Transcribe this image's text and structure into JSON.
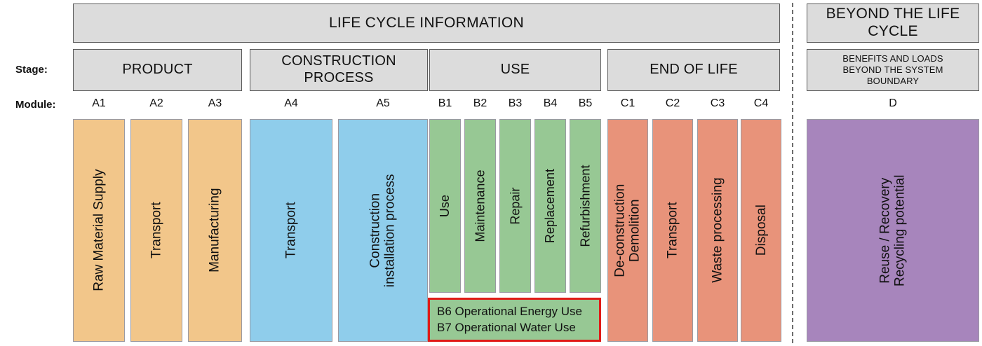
{
  "labels": {
    "stage": "Stage:",
    "module": "Module:"
  },
  "headers": {
    "life_cycle_information": "LIFE CYCLE INFORMATION",
    "beyond_the_life_cycle": "BEYOND THE LIFE CYCLE",
    "benefits_and_loads": "BENEFITS AND LOADS BEYOND THE SYSTEM BOUNDARY"
  },
  "stages": [
    {
      "id": "product",
      "label": "PRODUCT"
    },
    {
      "id": "construction-process",
      "label": "CONSTRUCTION PROCESS"
    },
    {
      "id": "use",
      "label": "USE"
    },
    {
      "id": "end-of-life",
      "label": "END OF LIFE"
    }
  ],
  "modules": [
    {
      "code": "A1",
      "label": "Raw Material Supply",
      "stage": "product",
      "color": "#f2c68a"
    },
    {
      "code": "A2",
      "label": "Transport",
      "stage": "product",
      "color": "#f2c68a"
    },
    {
      "code": "A3",
      "label": "Manufacturing",
      "stage": "product",
      "color": "#f2c68a"
    },
    {
      "code": "A4",
      "label": "Transport",
      "stage": "construction-process",
      "color": "#8fcdeb"
    },
    {
      "code": "A5",
      "label": "Construction\ninstallation process",
      "stage": "construction-process",
      "color": "#8fcdeb"
    },
    {
      "code": "B1",
      "label": "Use",
      "stage": "use",
      "color": "#97c894"
    },
    {
      "code": "B2",
      "label": "Maintenance",
      "stage": "use",
      "color": "#97c894"
    },
    {
      "code": "B3",
      "label": "Repair",
      "stage": "use",
      "color": "#97c894"
    },
    {
      "code": "B4",
      "label": "Replacement",
      "stage": "use",
      "color": "#97c894"
    },
    {
      "code": "B5",
      "label": "Refurbishment",
      "stage": "use",
      "color": "#97c894"
    },
    {
      "code": "C1",
      "label": "De-construction\nDemolition",
      "stage": "end-of-life",
      "color": "#e8937a"
    },
    {
      "code": "C2",
      "label": "Transport",
      "stage": "end-of-life",
      "color": "#e8937a"
    },
    {
      "code": "C3",
      "label": "Waste processing",
      "stage": "end-of-life",
      "color": "#e8937a"
    },
    {
      "code": "C4",
      "label": "Disposal",
      "stage": "end-of-life",
      "color": "#e8937a"
    },
    {
      "code": "D",
      "label": "Reuse / Recovery\nRecycling potential",
      "stage": "beyond",
      "color": "#a785bc"
    }
  ],
  "operational": {
    "line1": "B6 Operational Energy Use",
    "line2": "B7 Operational Water Use",
    "border_color": "#e01b17",
    "fill_color": "#97c894"
  },
  "colors": {
    "product": "#f2c68a",
    "construction": "#8fcdeb",
    "use": "#97c894",
    "end_of_life": "#e8937a",
    "beyond": "#a785bc",
    "header_grey": "#dcdcdc",
    "header_border": "#5a5a5a",
    "bar_border": "#9a9aa2",
    "divider": "#6e6e6e"
  }
}
